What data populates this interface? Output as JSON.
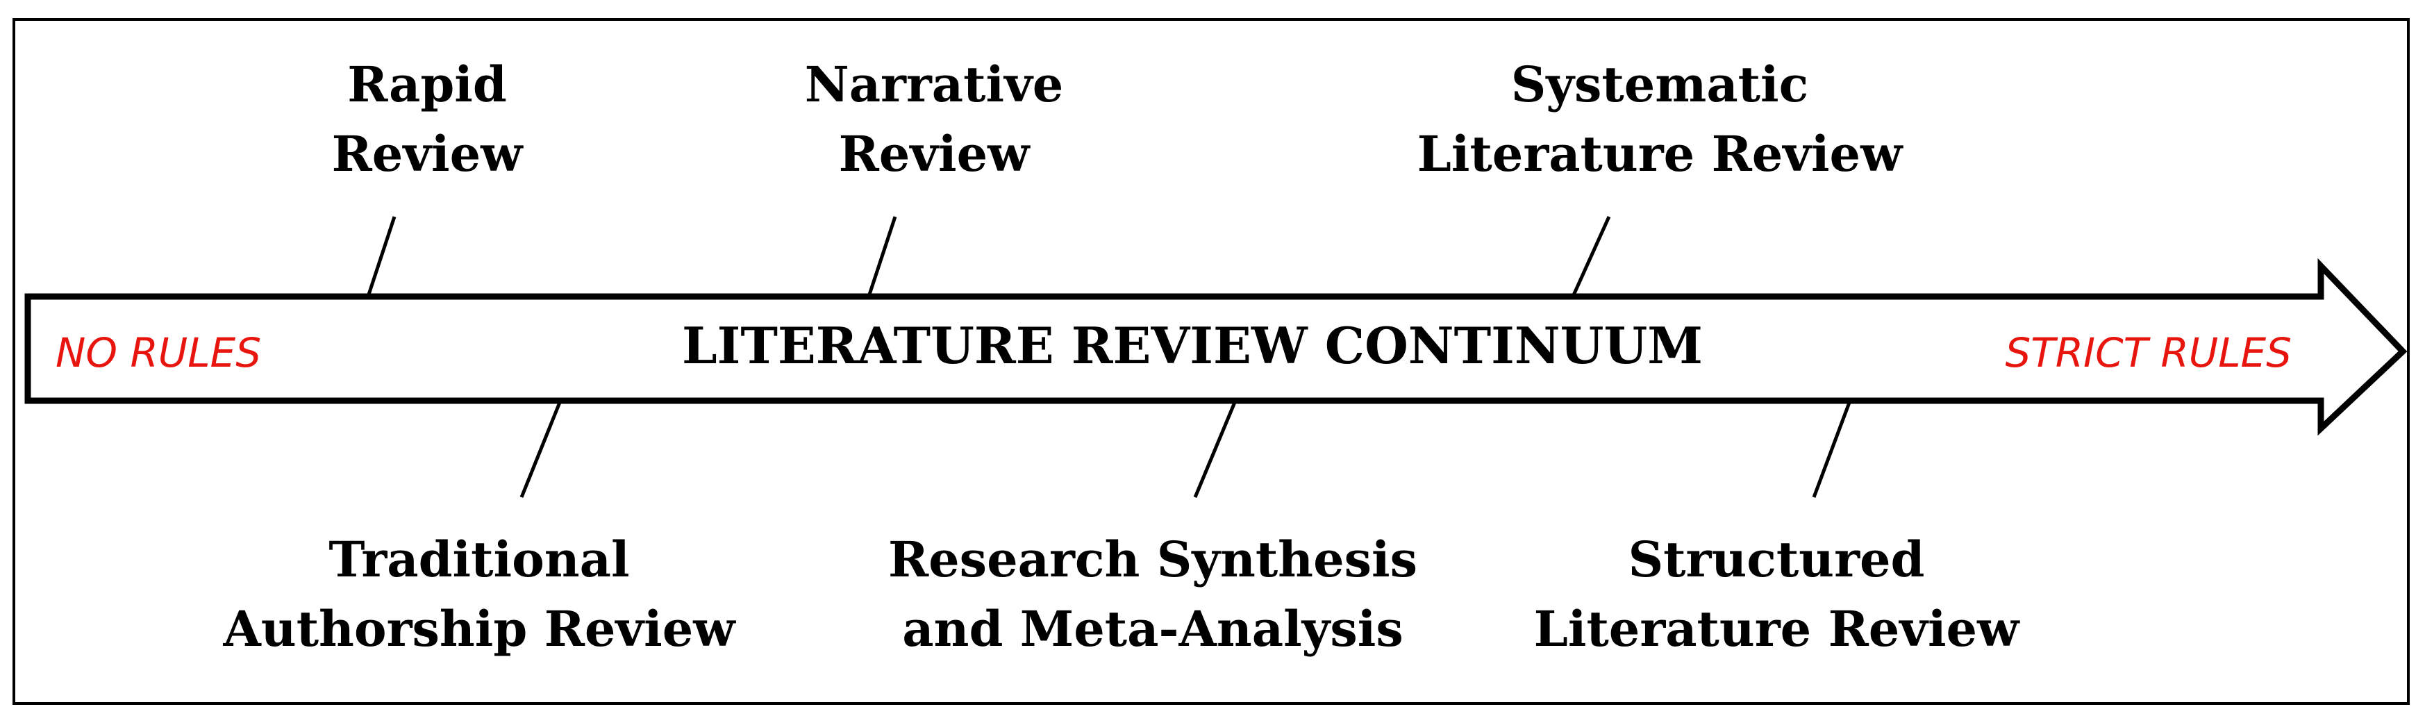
{
  "title": "LITERATURE REVIEW CONTINUUM",
  "endpoints": {
    "left": "NO RULES",
    "right": "STRICT RULES",
    "color": "#e8150f"
  },
  "reviews_above": [
    {
      "line1": "Rapid",
      "line2": "Review"
    },
    {
      "line1": "Narrative",
      "line2": "Review"
    },
    {
      "line1": "Systematic",
      "line2": "Literature Review"
    }
  ],
  "reviews_below": [
    {
      "line1": "Traditional",
      "line2": "Authorship Review"
    },
    {
      "line1": "Research Synthesis",
      "line2": "and Meta-Analysis"
    },
    {
      "line1": "Structured",
      "line2": "Literature Review"
    }
  ]
}
